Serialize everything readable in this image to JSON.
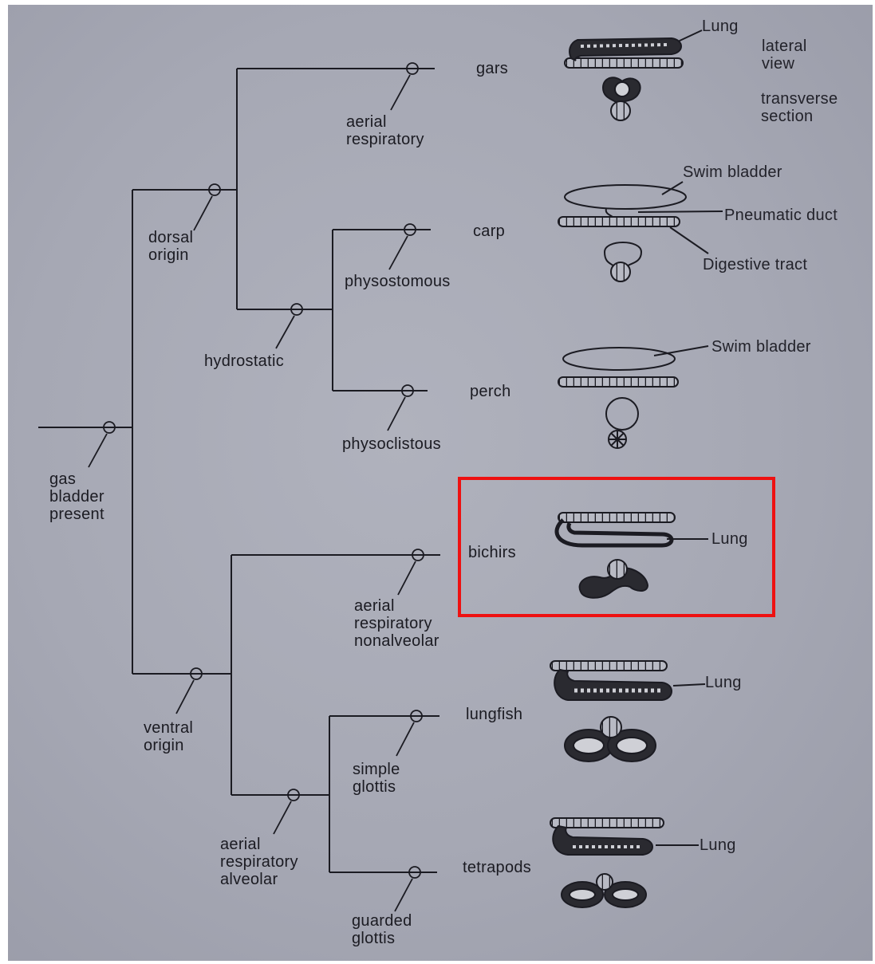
{
  "root": {
    "label": "gas\nbladder\npresent"
  },
  "characters": {
    "dorsal": "dorsal\norigin",
    "ventral": "ventral\norigin",
    "hydrostatic": "hydrostatic",
    "aerial_respiratory": "aerial\nrespiratory",
    "physostomous": "physostomous",
    "physoclistous": "physoclistous",
    "aerial_nonalveolar": "aerial\nrespiratory\nnonalveolar",
    "aerial_alveolar": "aerial\nrespiratory\nalveolar",
    "simple_glottis": "simple\nglottis",
    "guarded_glottis": "guarded\nglottis"
  },
  "taxa": {
    "gars": "gars",
    "carp": "carp",
    "perch": "perch",
    "bichirs": "bichirs",
    "lungfish": "lungfish",
    "tetrapods": "tetrapods"
  },
  "annotations": {
    "gars_lung": "Lung",
    "lateral_view": "lateral\nview",
    "transverse_section": "transverse\nsection",
    "carp_swim_bladder": "Swim bladder",
    "pneumatic_duct": "Pneumatic duct",
    "digestive_tract": "Digestive tract",
    "perch_swim_bladder": "Swim bladder",
    "bichirs_lung": "Lung",
    "lungfish_lung": "Lung",
    "tetrapods_lung": "Lung"
  },
  "colors": {
    "background": "#a6a8b4",
    "ink": "#1b1b22",
    "highlight": "#ee1111"
  }
}
